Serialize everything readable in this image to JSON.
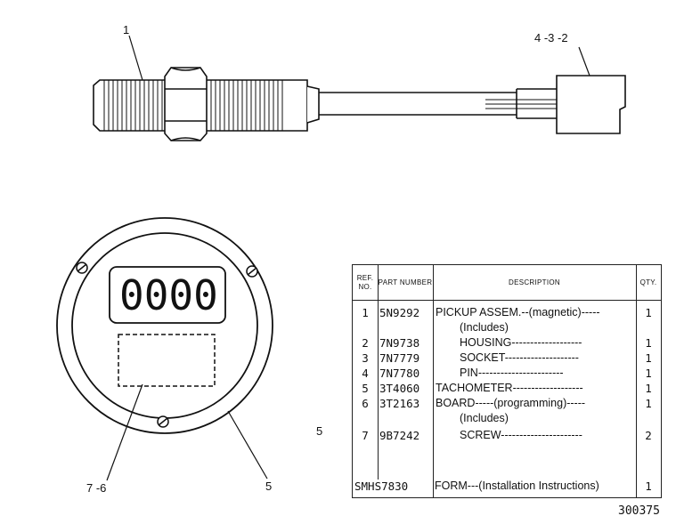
{
  "callouts": {
    "pickup_top": "1",
    "connector_refs": "4 -3 -2",
    "tachometer_refs": "7 -6",
    "tachometer_ref": "5",
    "side_ref": "5"
  },
  "display": {
    "digits": [
      "0",
      "0",
      "0",
      "0"
    ]
  },
  "table": {
    "headers": {
      "ref_no": "REF. NO.",
      "part_number": "PART NUMBER",
      "description": "DESCRIPTION",
      "qty": "QTY."
    },
    "rows": [
      {
        "ref": "1",
        "part": "5N9292",
        "desc": "PICKUP ASSEM.--(magnetic)-----",
        "qty": "1"
      },
      {
        "ref": "",
        "part": "",
        "desc": "(Includes)",
        "qty": "",
        "indent": true
      },
      {
        "ref": "2",
        "part": "7N9738",
        "desc": "HOUSING-------------------",
        "qty": "1",
        "indent": true
      },
      {
        "ref": "3",
        "part": "7N7779",
        "desc": "SOCKET--------------------",
        "qty": "1",
        "indent": true
      },
      {
        "ref": "4",
        "part": "7N7780",
        "desc": "PIN-----------------------",
        "qty": "1",
        "indent": true
      },
      {
        "ref": "5",
        "part": "3T4060",
        "desc": "TACHOMETER-------------------",
        "qty": "1"
      },
      {
        "ref": "6",
        "part": "3T2163",
        "desc": "BOARD-----(programming)-----",
        "qty": "1"
      },
      {
        "ref": "",
        "part": "",
        "desc": "(Includes)",
        "qty": "",
        "indent": true
      },
      {
        "ref": "7",
        "part": "9B7242",
        "desc": "SCREW----------------------",
        "qty": "2",
        "indent": true
      }
    ],
    "last_row": {
      "part": "SMHS7830",
      "desc": "FORM---(Installation Instructions)",
      "qty": "1"
    }
  },
  "drawing_number": "300375"
}
